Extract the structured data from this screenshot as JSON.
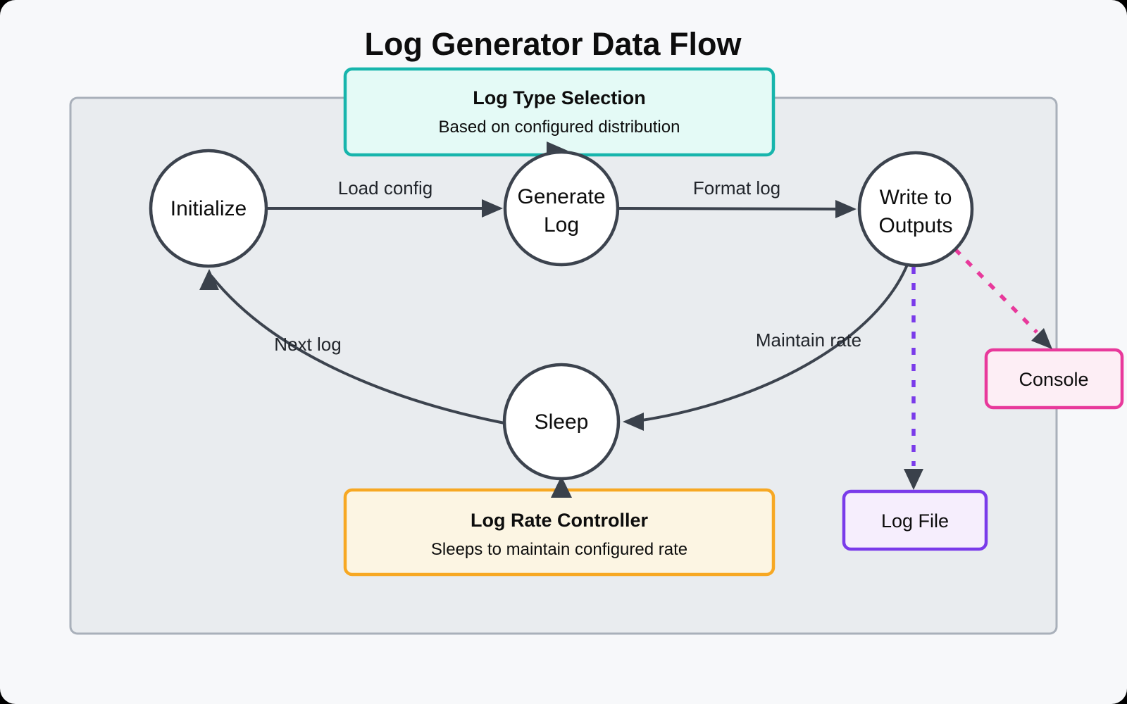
{
  "title": "Log Generator Data Flow",
  "colors": {
    "edge": "#3c434e",
    "arrowhead": "#3a414b",
    "container_fill": "#e9ecef",
    "container_border": "#a9b0ba",
    "teal": "#17b5ac",
    "teal_fill": "#e4faf6",
    "amber": "#f7a823",
    "amber_fill": "#fcf5e3",
    "pink": "#e8399b",
    "pink_fill": "#fdeef5",
    "purple": "#7a3bea",
    "purple_fill": "#f6eefd"
  },
  "notes": {
    "log_type_selection": {
      "title": "Log Type Selection",
      "subtitle": "Based on configured distribution"
    },
    "rate_controller": {
      "title": "Log Rate Controller",
      "subtitle": "Sleeps to maintain configured rate"
    }
  },
  "states": {
    "initialize": {
      "label": "Initialize"
    },
    "generate_log": {
      "lines": [
        "Generate",
        "Log"
      ]
    },
    "write_to_outputs": {
      "lines": [
        "Write to",
        "Outputs"
      ]
    },
    "sleep": {
      "label": "Sleep"
    }
  },
  "outputs": {
    "console": {
      "label": "Console"
    },
    "log_file": {
      "label": "Log File"
    }
  },
  "edges": {
    "load_config": "Load config",
    "format_log": "Format log",
    "maintain_rate": "Maintain rate",
    "next_log": "Next log"
  }
}
